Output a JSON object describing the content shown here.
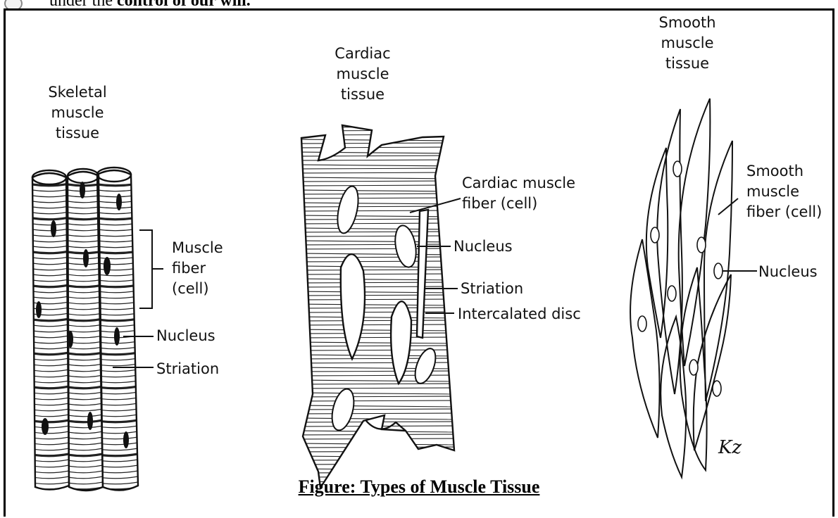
{
  "top_text": {
    "prefix": "under the ",
    "bold": "control of our will."
  },
  "labels": {
    "skeletal_title": "Skeletal\nmuscle\ntissue",
    "muscle_fiber": "Muscle\nfiber\n(cell)",
    "skeletal_nucleus": "Nucleus",
    "skeletal_striation": "Striation",
    "cardiac_title": "Cardiac\nmuscle\ntissue",
    "cardiac_fiber": "Cardiac muscle\nfiber (cell)",
    "cardiac_nucleus": "Nucleus",
    "cardiac_striation": "Striation",
    "intercalated": "Intercalated disc",
    "smooth_title": "Smooth\nmuscle\ntissue",
    "smooth_fiber": "Smooth\nmuscle\nfiber (cell)",
    "smooth_nucleus": "Nucleus",
    "signature": "Kz"
  },
  "caption": "Figure: Types of Muscle Tissue"
}
